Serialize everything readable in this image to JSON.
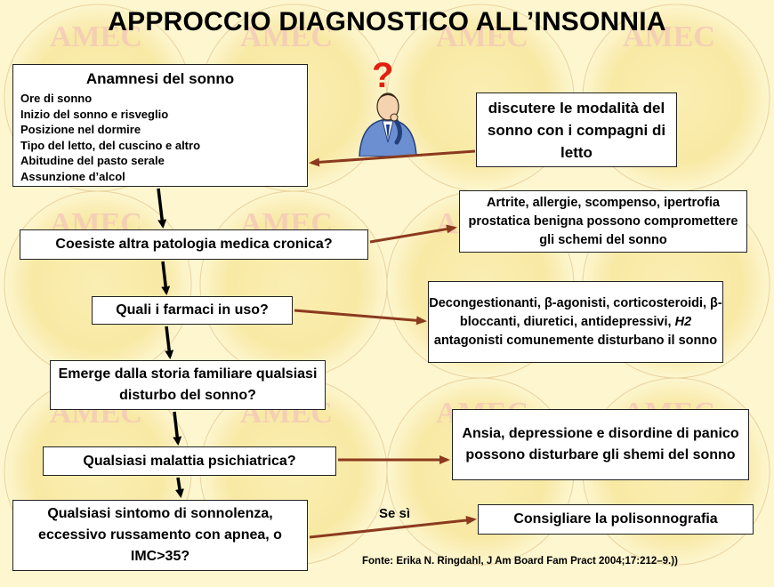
{
  "title": "APPROCCIO DIAGNOSTICO ALL’INSONNIA",
  "watermark": "AMEC",
  "anamnesi": {
    "heading": "Anamnesi del sonno",
    "items": [
      "Ore di sonno",
      "Inizio del sonno e risveglio",
      "Posizione nel dormire",
      "Tipo del letto, del cuscino e altro",
      "Abitudine del pasto serale",
      "Assunzione d’alcol"
    ]
  },
  "discutere": "discutere le modalità del sonno con i compagni di letto",
  "coesiste": "Coesiste altra patologia medica cronica?",
  "artrite": "Artrite, allergie, scompenso, ipertrofia prostatica benigna possono compromettere gli schemi del sonno",
  "farmaci": "Quali i farmaci in uso?",
  "decongest": {
    "part1": "Decongestionanti, β-agonisti, corticosteroidi, β-bloccanti, diuretici, antidepressivi,",
    "italic": "H2",
    "part2": "antagonisti comunemente disturbano il sonno"
  },
  "familiare": "Emerge dalla storia familiare qualsiasi disturbo del sonno?",
  "psichiatrica": "Qualsiasi malattia psichiatrica?",
  "ansia": "Ansia, depressione e disordine di panico possono disturbare gli shemi del sonno",
  "sintomo": "Qualsiasi sintomo di sonnolenza, eccessivo russamento con apnea, o IMC>35?",
  "sesi": "Se sì",
  "consigliare": "Consigliare la polisonnografia",
  "source": "Fonte: Erika N. Ringdahl, J Am Board Fam Pract 2004;17:212–9.))",
  "colors": {
    "background": "#fdf6cf",
    "arrow_side": "#8b3a1e",
    "arrow_down": "#000000",
    "question_mark": "#e02010"
  },
  "icons": [
    "question-mark-icon",
    "thinking-man-icon"
  ]
}
